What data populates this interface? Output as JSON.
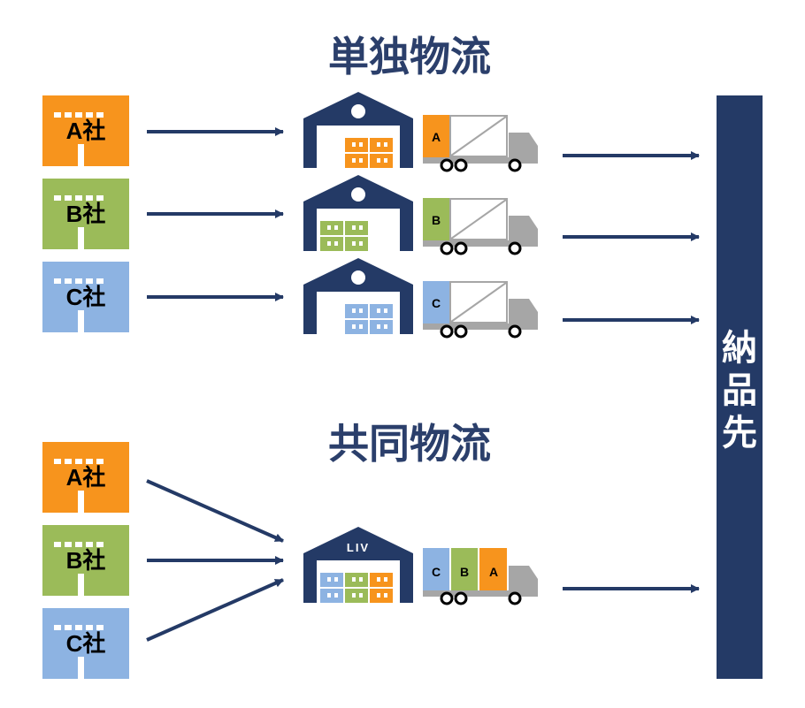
{
  "titles": {
    "individual": "単独物流",
    "joint": "共同物流"
  },
  "destination": {
    "label_chars": [
      "納",
      "品",
      "先"
    ]
  },
  "companies": {
    "a": {
      "label": "A社",
      "color": "#f7941d"
    },
    "b": {
      "label": "B社",
      "color": "#9bbb59"
    },
    "c": {
      "label": "C社",
      "color": "#8db3e2"
    }
  },
  "cargo_letters": {
    "a": "A",
    "b": "B",
    "c": "C"
  },
  "warehouse": {
    "color": "#243a66",
    "joint_label": "LIV"
  },
  "truck_color": "#a6a6a6",
  "arrow_color": "#243a66"
}
